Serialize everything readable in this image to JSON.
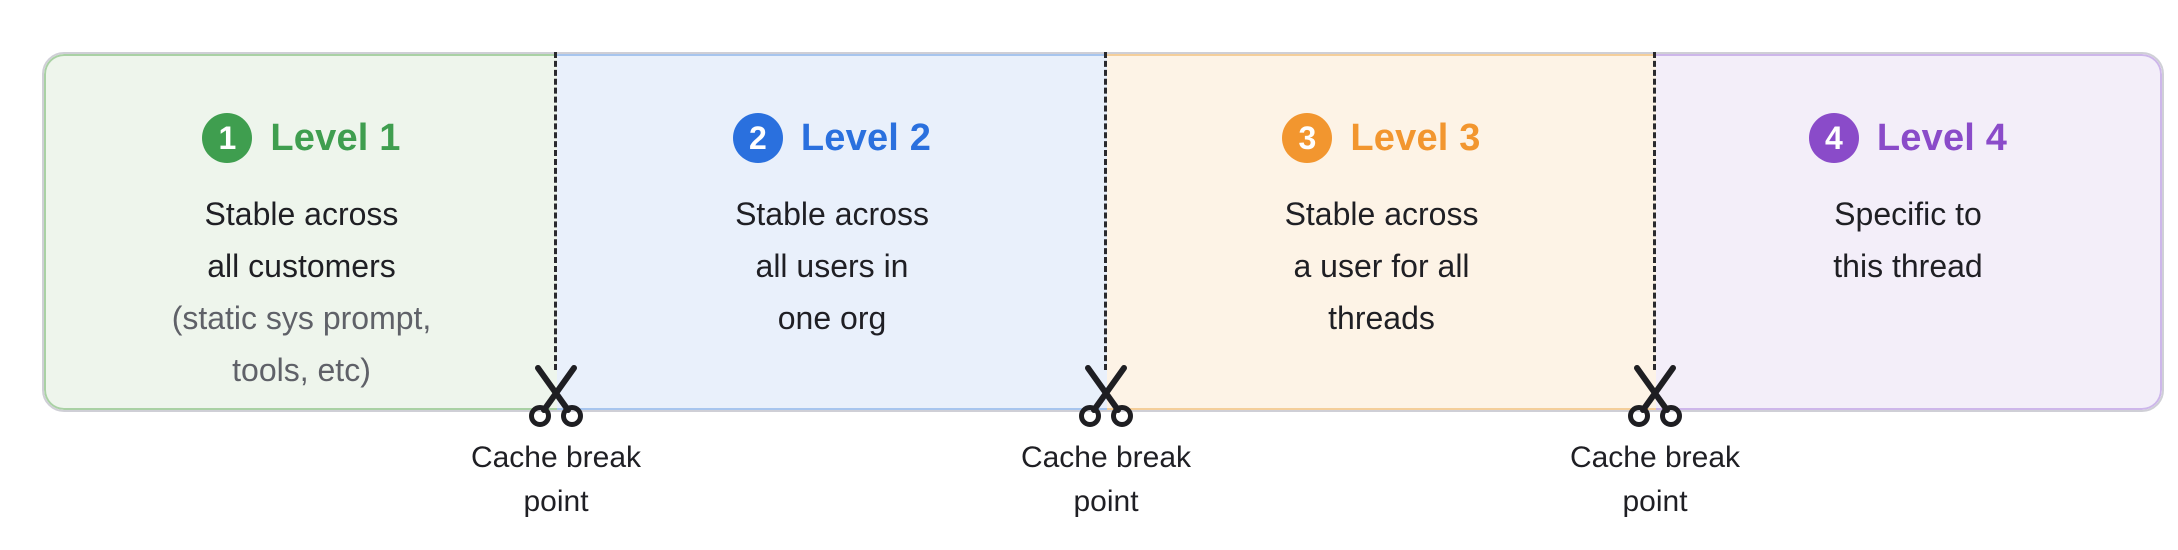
{
  "levels": [
    {
      "number": "1",
      "title": "Level 1",
      "lines": [
        "Stable across",
        "all customers"
      ],
      "muted_lines": [
        "(static sys prompt,",
        "tools, etc)"
      ]
    },
    {
      "number": "2",
      "title": "Level 2",
      "lines": [
        "Stable across",
        "all users in",
        "one org"
      ],
      "muted_lines": []
    },
    {
      "number": "3",
      "title": "Level 3",
      "lines": [
        "Stable across",
        "a user for all",
        "threads"
      ],
      "muted_lines": []
    },
    {
      "number": "4",
      "title": "Level 4",
      "lines": [
        "Specific to",
        "this thread"
      ],
      "muted_lines": []
    }
  ],
  "breakpoints": [
    {
      "label_line1": "Cache break",
      "label_line2": "point",
      "icon": "scissors-icon"
    },
    {
      "label_line1": "Cache break",
      "label_line2": "point",
      "icon": "scissors-icon"
    },
    {
      "label_line1": "Cache break",
      "label_line2": "point",
      "icon": "scissors-icon"
    }
  ],
  "colors": {
    "level1": "#3f9e4f",
    "level2": "#2a70de",
    "level3": "#f2962f",
    "level4": "#8a4bc9"
  }
}
